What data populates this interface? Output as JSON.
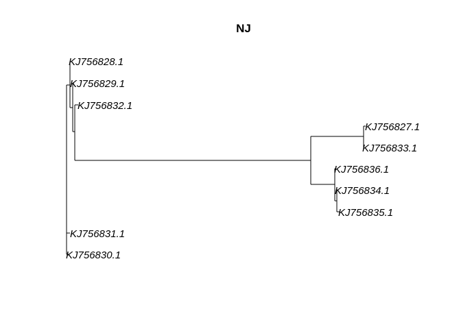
{
  "title": "NJ",
  "tips": [
    "KJ756828.1",
    "KJ756829.1",
    "KJ756832.1",
    "KJ756827.1",
    "KJ756833.1",
    "KJ756836.1",
    "KJ756834.1",
    "KJ756835.1",
    "KJ756831.1",
    "KJ756830.1"
  ]
}
